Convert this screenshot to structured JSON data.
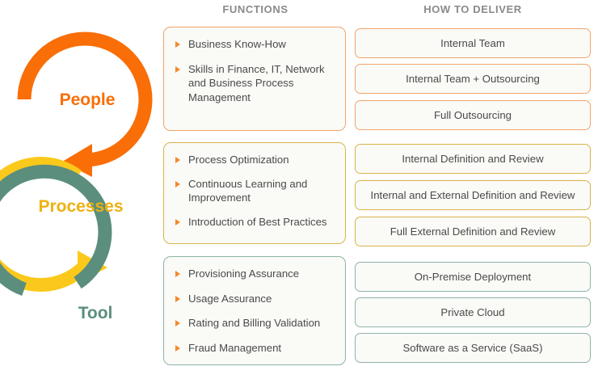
{
  "headers": {
    "functions": "FUNCTIONS",
    "how_to_deliver": "HOW TO DELIVER"
  },
  "colors": {
    "people": "#F96E07",
    "processes": "#FBC91B",
    "tool": "#5B8E7D",
    "people_label": "#F96E07",
    "processes_label": "#EEB111",
    "tool_label": "#5B8E7D",
    "box_border_orange": "#F3A46A",
    "box_border_gold": "#D9B44A",
    "box_border_teal": "#8FB3A8",
    "box_background": "#FAFAF7",
    "bullet": "#F5892B",
    "body_text": "#4a4a4a",
    "header_text": "#8a8a8a"
  },
  "cycle": {
    "stages": [
      {
        "label": "People",
        "color_key": "people"
      },
      {
        "label": "Processes",
        "color_key": "processes"
      },
      {
        "label": "Tool",
        "color_key": "tool"
      }
    ]
  },
  "functions": {
    "groups": [
      {
        "accent": "orange",
        "items": [
          "Business Know-How",
          "Skills in Finance, IT, Network and Business Process Management"
        ]
      },
      {
        "accent": "gold",
        "items": [
          "Process Optimization",
          "Continuous Learning and Improvement",
          "Introduction of Best Practices"
        ]
      },
      {
        "accent": "teal",
        "items": [
          "Provisioning Assurance",
          "Usage Assurance",
          "Rating and Billing Validation",
          "Fraud Management"
        ]
      }
    ]
  },
  "how_to_deliver": {
    "groups": [
      {
        "accent": "orange",
        "options": [
          "Internal Team",
          "Internal Team + Outsourcing",
          "Full Outsourcing"
        ]
      },
      {
        "accent": "gold",
        "options": [
          "Internal Definition and Review",
          "Internal and External Definition and Review",
          "Full External Definition and Review"
        ]
      },
      {
        "accent": "teal",
        "options": [
          "On-Premise Deployment",
          "Private Cloud",
          "Software as a Service (SaaS)"
        ]
      }
    ]
  }
}
